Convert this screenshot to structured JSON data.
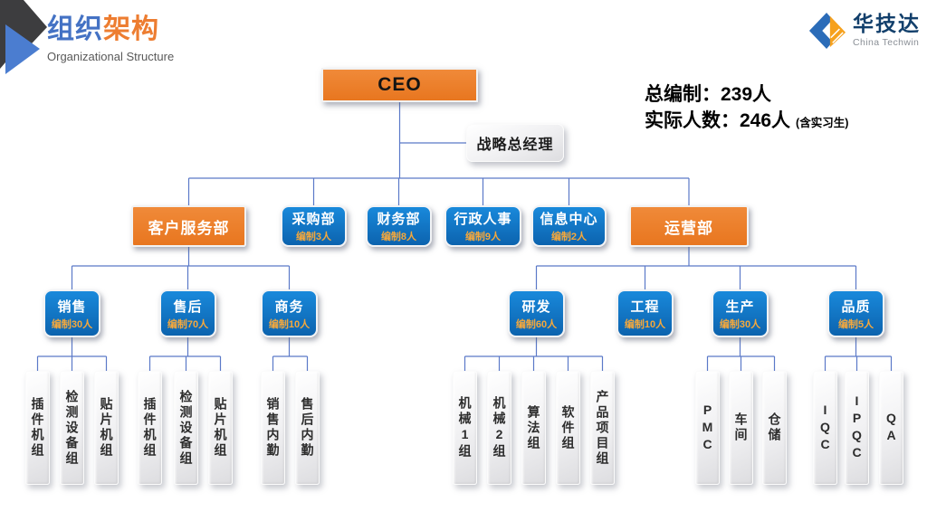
{
  "header": {
    "title_part1": "组织",
    "title_part2": "架构",
    "subtitle": "Organizational Structure"
  },
  "logo": {
    "name": "华技达",
    "subtitle": "China Techwin"
  },
  "stats": {
    "line1": "总编制：239人",
    "line2": "实际人数：246人",
    "line2_note": "(含实习生)"
  },
  "colors": {
    "accent_orange": "#ED7D31",
    "accent_blue": "#0C63AE",
    "title_blue": "#4472C4",
    "connector_blue": "#5B79C8",
    "headcount_text": "#F5A83C"
  },
  "org": {
    "root": {
      "id": "ceo",
      "label": "CEO"
    },
    "staff": {
      "id": "strategy-gm",
      "label": "战略总经理"
    },
    "level2": [
      {
        "id": "customer-service",
        "label": "客户服务部",
        "style": "orange"
      },
      {
        "id": "procurement",
        "label": "采购部",
        "sub": "编制3人",
        "style": "blue"
      },
      {
        "id": "finance",
        "label": "财务部",
        "sub": "编制8人",
        "style": "blue"
      },
      {
        "id": "hr-admin",
        "label": "行政人事",
        "sub": "编制9人",
        "style": "blue"
      },
      {
        "id": "info-center",
        "label": "信息中心",
        "sub": "编制2人",
        "style": "blue"
      },
      {
        "id": "operations",
        "label": "运营部",
        "style": "orange"
      }
    ],
    "level3": [
      {
        "id": "sales",
        "label": "销售",
        "sub": "编制30人",
        "parent": "customer-service"
      },
      {
        "id": "after-sales",
        "label": "售后",
        "sub": "编制70人",
        "parent": "customer-service"
      },
      {
        "id": "commerce",
        "label": "商务",
        "sub": "编制10人",
        "parent": "customer-service"
      },
      {
        "id": "rnd",
        "label": "研发",
        "sub": "编制60人",
        "parent": "operations"
      },
      {
        "id": "engineering",
        "label": "工程",
        "sub": "编制10人",
        "parent": "operations"
      },
      {
        "id": "production",
        "label": "生产",
        "sub": "编制30人",
        "parent": "operations"
      },
      {
        "id": "quality",
        "label": "品质",
        "sub": "编制5人",
        "parent": "operations"
      }
    ],
    "level4": [
      {
        "id": "sales-plugin",
        "label": "插件机组",
        "parent": "sales"
      },
      {
        "id": "sales-testing",
        "label": "检测设备组",
        "parent": "sales"
      },
      {
        "id": "sales-smt",
        "label": "贴片机组",
        "parent": "sales"
      },
      {
        "id": "after-plugin",
        "label": "插件机组",
        "parent": "after-sales"
      },
      {
        "id": "after-testing",
        "label": "检测设备组",
        "parent": "after-sales"
      },
      {
        "id": "after-smt",
        "label": "贴片机组",
        "parent": "after-sales"
      },
      {
        "id": "sales-support",
        "label": "销售内勤",
        "parent": "commerce"
      },
      {
        "id": "aftersales-support",
        "label": "售后内勤",
        "parent": "commerce"
      },
      {
        "id": "mech1",
        "label": "机械1组",
        "parent": "rnd"
      },
      {
        "id": "mech2",
        "label": "机械2组",
        "parent": "rnd"
      },
      {
        "id": "algorithm",
        "label": "算法组",
        "parent": "rnd"
      },
      {
        "id": "software",
        "label": "软件组",
        "parent": "rnd"
      },
      {
        "id": "product-project",
        "label": "产品项目组",
        "parent": "rnd"
      },
      {
        "id": "pmc",
        "label": "PMC",
        "parent": "production"
      },
      {
        "id": "workshop",
        "label": "车间",
        "parent": "production"
      },
      {
        "id": "warehouse",
        "label": "仓储",
        "parent": "production"
      },
      {
        "id": "iqc",
        "label": "IQC",
        "parent": "quality"
      },
      {
        "id": "ipqc",
        "label": "IPQC",
        "parent": "quality"
      },
      {
        "id": "qa",
        "label": "QA",
        "parent": "quality"
      }
    ]
  }
}
